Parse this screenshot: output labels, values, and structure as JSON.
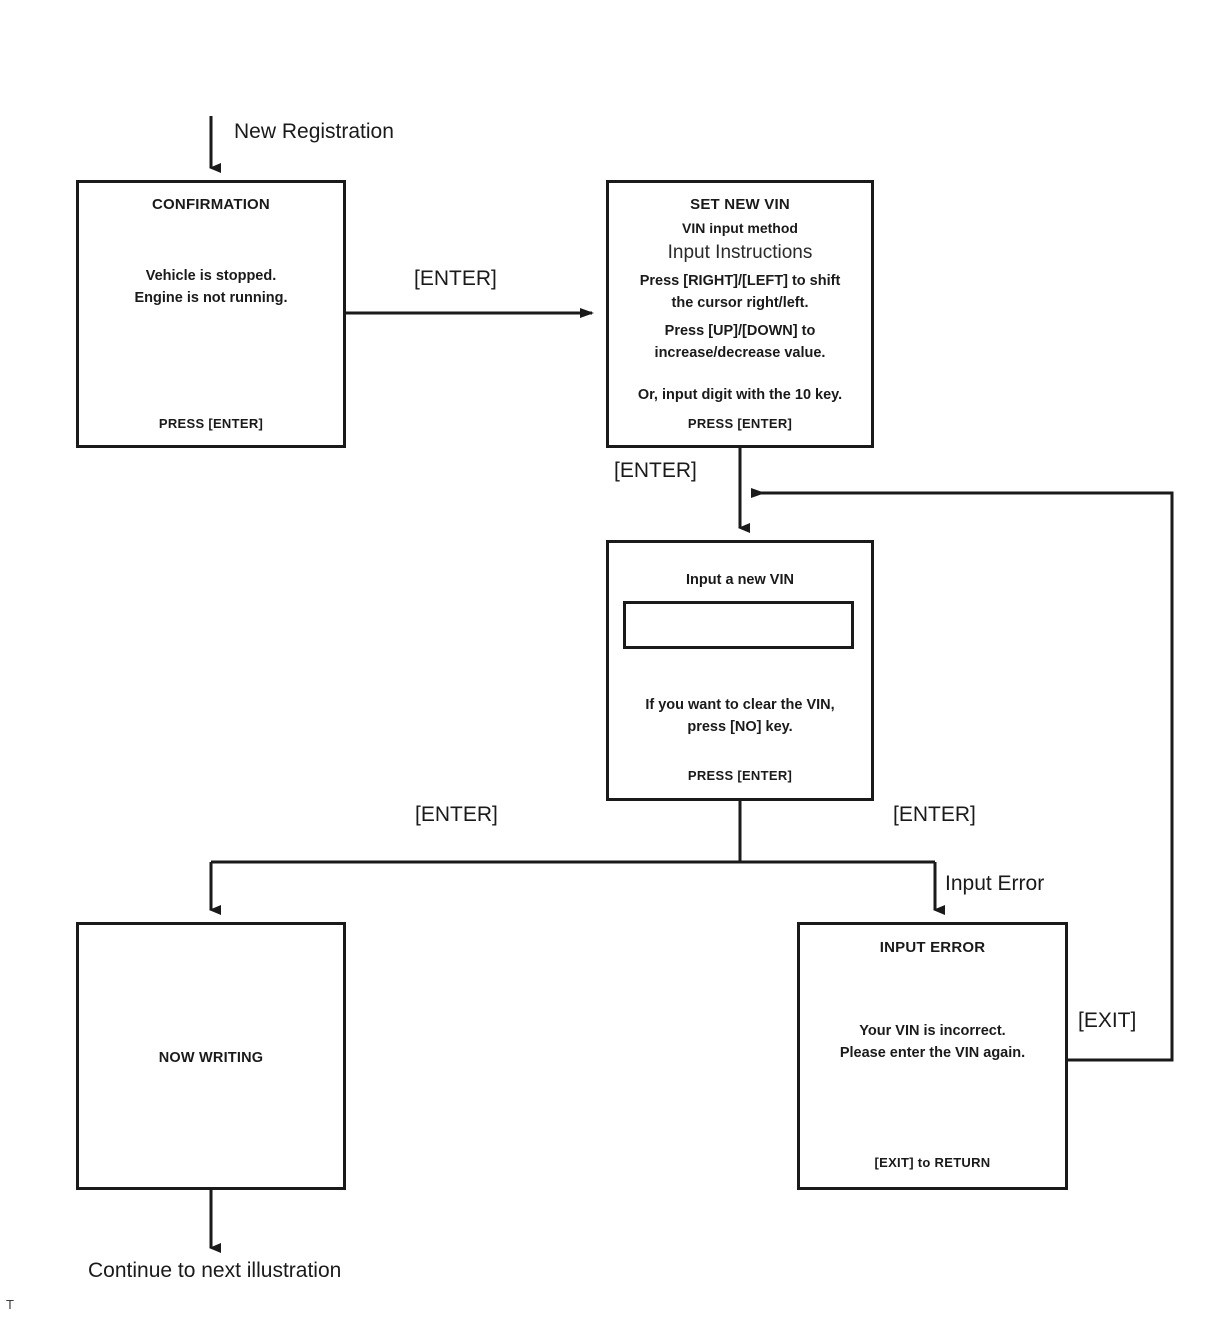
{
  "diagram": {
    "entry_label": "New Registration",
    "exit_label": "Continue to next illustration",
    "corner_mark": "T"
  },
  "nodes": {
    "confirmation": {
      "title": "CONFIRMATION",
      "line1": "Vehicle is stopped.",
      "line2": "Engine is not running.",
      "footer": "PRESS [ENTER]"
    },
    "set_new_vin": {
      "title": "SET NEW VIN",
      "subtitle": "VIN input method",
      "heading": "Input Instructions",
      "body_line1": "Press [RIGHT]/[LEFT] to shift",
      "body_line2": "the cursor right/left.",
      "body_line3": "Press [UP]/[DOWN]  to",
      "body_line4": "increase/decrease value.",
      "body_line5": "Or, input digit with the 10 key.",
      "footer": "PRESS [ENTER]"
    },
    "input_vin": {
      "title": "Input a new VIN",
      "field_value": "",
      "hint_line1": "If you want to clear the VIN,",
      "hint_line2": "press [NO] key.",
      "footer": "PRESS [ENTER]"
    },
    "now_writing": {
      "label": "NOW WRITING"
    },
    "input_error": {
      "title": "INPUT  ERROR",
      "line1": "Your VIN is incorrect.",
      "line2": "Please enter the VIN again.",
      "footer": "[EXIT] to RETURN"
    }
  },
  "edges": {
    "confirm_to_setvin": "[ENTER]",
    "setvin_to_inputvin": "[ENTER]",
    "inputvin_to_writing": "[ENTER]",
    "inputvin_to_error": "[ENTER]",
    "error_branch": "Input Error",
    "error_return": "[EXIT]"
  },
  "colors": {
    "stroke": "#1a1a1a",
    "background": "#ffffff",
    "text": "#1a1a1a"
  }
}
